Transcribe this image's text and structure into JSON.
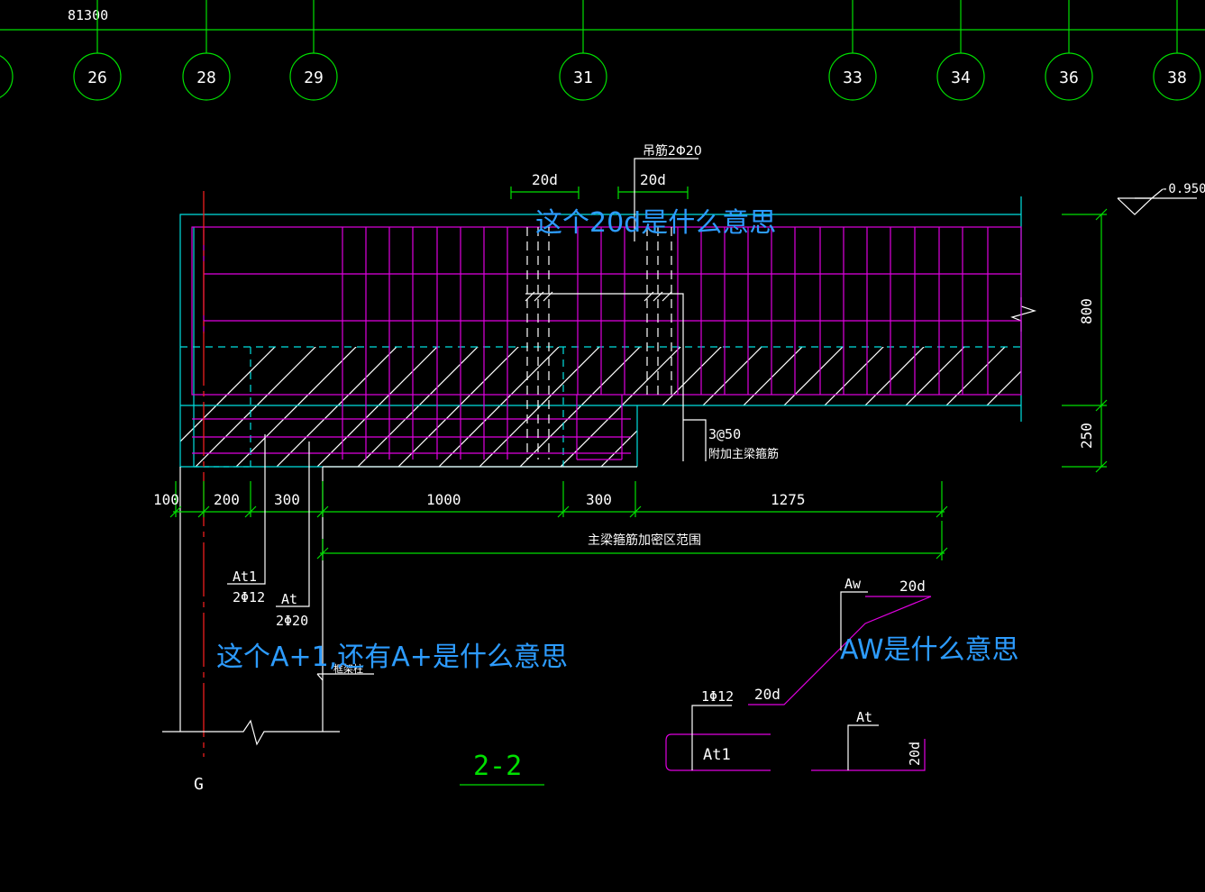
{
  "axis_total": "81300",
  "axis_bubbles": [
    "26",
    "28",
    "29",
    "31",
    "33",
    "34",
    "36",
    "38"
  ],
  "grid_label_G": "G",
  "section_title": "2-2",
  "elevation": "-0.950",
  "dims_bottom": [
    "100",
    "200",
    "300",
    "1000",
    "300",
    "1275"
  ],
  "dims_right": [
    "800",
    "250"
  ],
  "top_dims": [
    "20d",
    "20d"
  ],
  "hanger_label": "吊筋2Φ20",
  "stirrup_note_1": "3@50",
  "stirrup_note_2": "附加主梁箍筋",
  "dense_zone": "主梁箍筋加密区范围",
  "at1_label": "At1",
  "at1_bar": "2Φ12",
  "at_label": "At",
  "at_bar": "2Φ20",
  "column_label": "框架柱",
  "detail": {
    "aw": "Aw",
    "aw_20d_top": "20d",
    "aw_20d_bottom": "20d",
    "bar_1phi12": "1Φ12",
    "at1": "At1",
    "at": "At",
    "at_20d": "20d"
  },
  "questions": {
    "q1": "这个20d是什么意思",
    "q2": "这个A+1,还有A+是什么意思",
    "q3": "AW是什么意思"
  },
  "colors": {
    "background": "#000000",
    "grid": "#00e000",
    "outline": "#00e0e0",
    "rebar": "#e000e0",
    "axis_line": "#ff2020",
    "text": "#ffffff",
    "question": "#2d9cff"
  }
}
